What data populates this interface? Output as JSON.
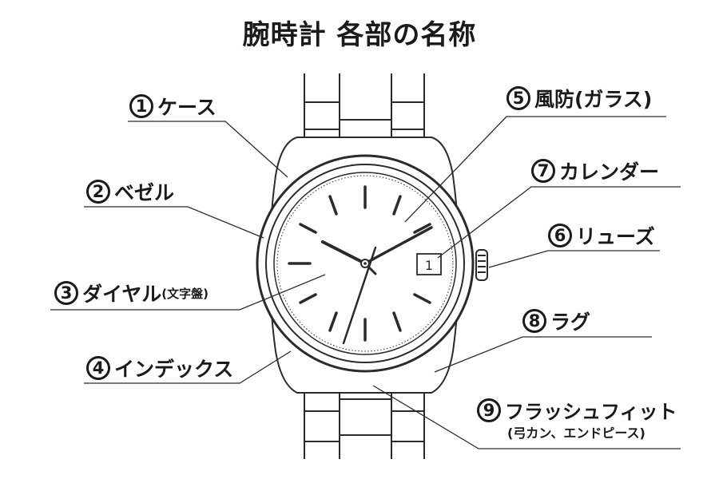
{
  "title": "腕時計 各部の名称",
  "date_window": "1",
  "labels": [
    {
      "num": "1",
      "text": "ケース"
    },
    {
      "num": "2",
      "text": "ベゼル"
    },
    {
      "num": "3",
      "text": "ダイヤル",
      "sub": "(文字盤)"
    },
    {
      "num": "4",
      "text": "インデックス"
    },
    {
      "num": "5",
      "text": "風防(ガラス)"
    },
    {
      "num": "7",
      "text": "カレンダー"
    },
    {
      "num": "6",
      "text": "リューズ"
    },
    {
      "num": "8",
      "text": "ラグ"
    },
    {
      "num": "9",
      "text": "フラッシュフィット",
      "sub": "(弓カン、エンドピース)"
    }
  ]
}
